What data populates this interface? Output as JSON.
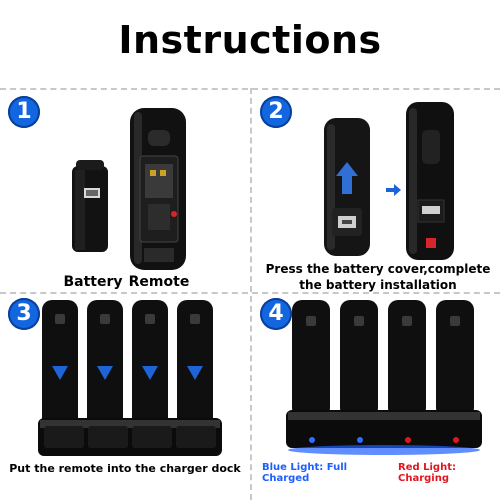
{
  "title": "Instructions",
  "steps": [
    {
      "number": "1",
      "labels": {
        "battery": "Battery",
        "remote": "Remote"
      }
    },
    {
      "number": "2",
      "caption_line1": "Press the battery cover,complete",
      "caption_line2": "the battery installation"
    },
    {
      "number": "3",
      "caption": "Put the remote into the charger dock"
    },
    {
      "number": "4",
      "legend": {
        "blue": "Blue Light: Full Charged",
        "red": "Red Light: Charging"
      }
    }
  ],
  "colors": {
    "step_badge": "#1266e0",
    "blue_light": "#1e5eff",
    "red_light": "#e3161e",
    "device": "#111111"
  },
  "icons": [
    "remote-control",
    "battery-pack",
    "charging-dock",
    "arrow-right-icon"
  ]
}
